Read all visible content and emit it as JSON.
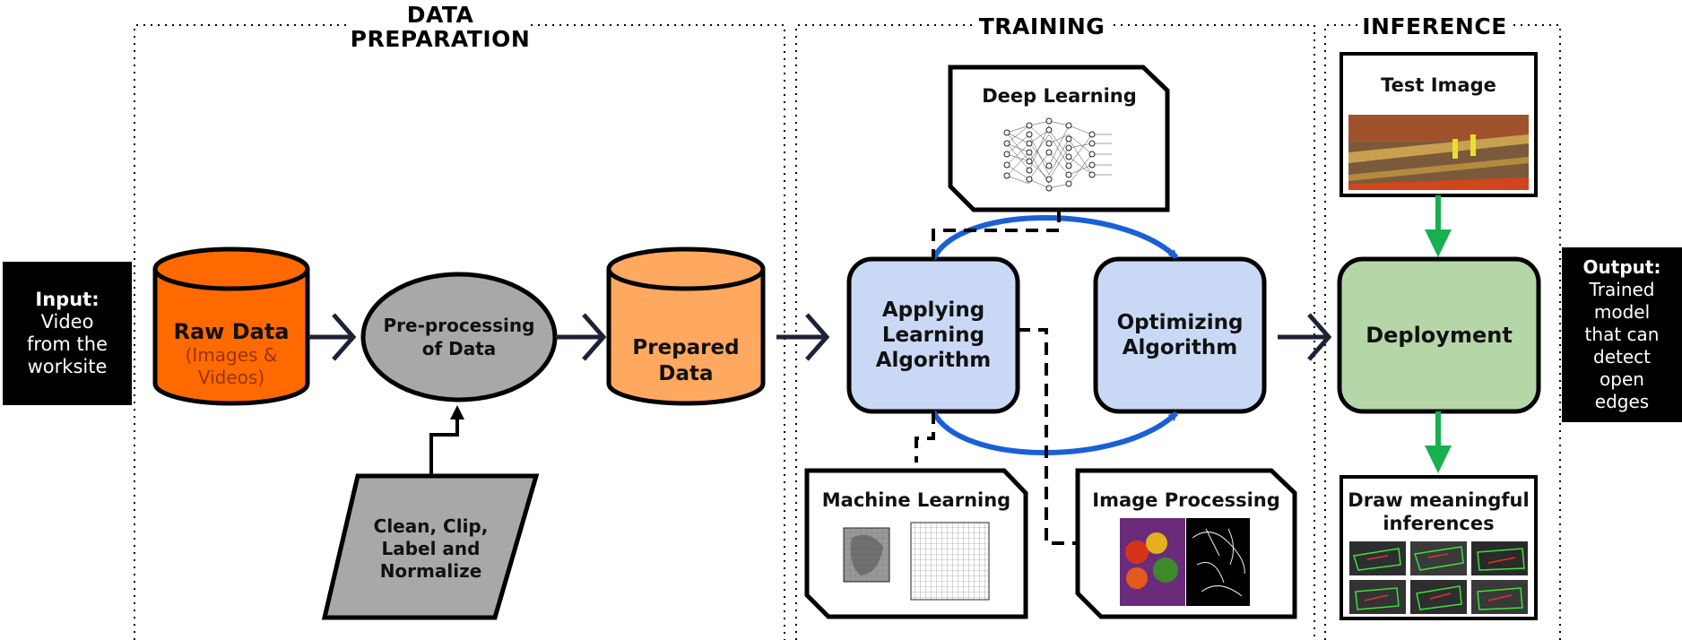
{
  "sections": {
    "data_preparation": "DATA\nPREPARATION",
    "training": "TRAINING",
    "inference": "INFERENCE"
  },
  "input": {
    "label": "Input:",
    "text": "Video\nfrom the\nworksite"
  },
  "output": {
    "label": "Output:",
    "text": "Trained\nmodel\nthat can\ndetect\nopen\nedges"
  },
  "nodes": {
    "raw_data": {
      "title": "Raw Data",
      "subtitle": "(Images &\nVideos)"
    },
    "preprocessing": "Pre-processing\nof Data",
    "clean": "Clean, Clip,\nLabel and\nNormalize",
    "prepared_data": "Prepared\nData",
    "applying": "Applying\nLearning\nAlgorithm",
    "optimizing": "Optimizing\nAlgorithm",
    "deep_learning": "Deep Learning",
    "machine_learning": "Machine Learning",
    "image_processing": "Image Processing",
    "deployment": "Deployment",
    "test_image": "Test Image",
    "draw_inferences": "Draw meaningful\ninferences"
  },
  "colors": {
    "raw_data": "#FF6A00",
    "prepared_data": "#FFA860",
    "process_gray": "#A8A8A8",
    "algorithm_blue": "#C9D9F5",
    "deployment_green": "#B5D6A7",
    "loop_arrow_blue": "#1A5FD8",
    "inference_arrow_green": "#18B04F",
    "flow_arrow": "#1E2236",
    "subtitle_orange": "#9A3500"
  }
}
